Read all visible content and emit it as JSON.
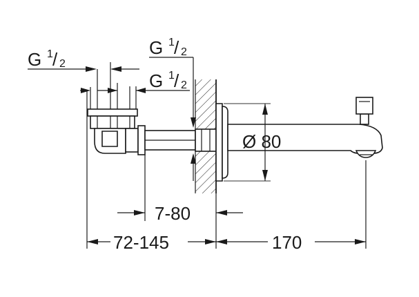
{
  "labels": {
    "thread_top": "G 1/2",
    "thread_left": "G 1/2",
    "thread_mid": "G 1/2",
    "diameter": "Ø 80",
    "wall_depth": "7-80",
    "overall_left": "72-145",
    "spout_length": "170"
  },
  "thread": {
    "g": "G",
    "num": "1",
    "den": "2"
  },
  "colors": {
    "line": "#1a1a1a",
    "hidden": "#777777",
    "background": "#ffffff"
  }
}
